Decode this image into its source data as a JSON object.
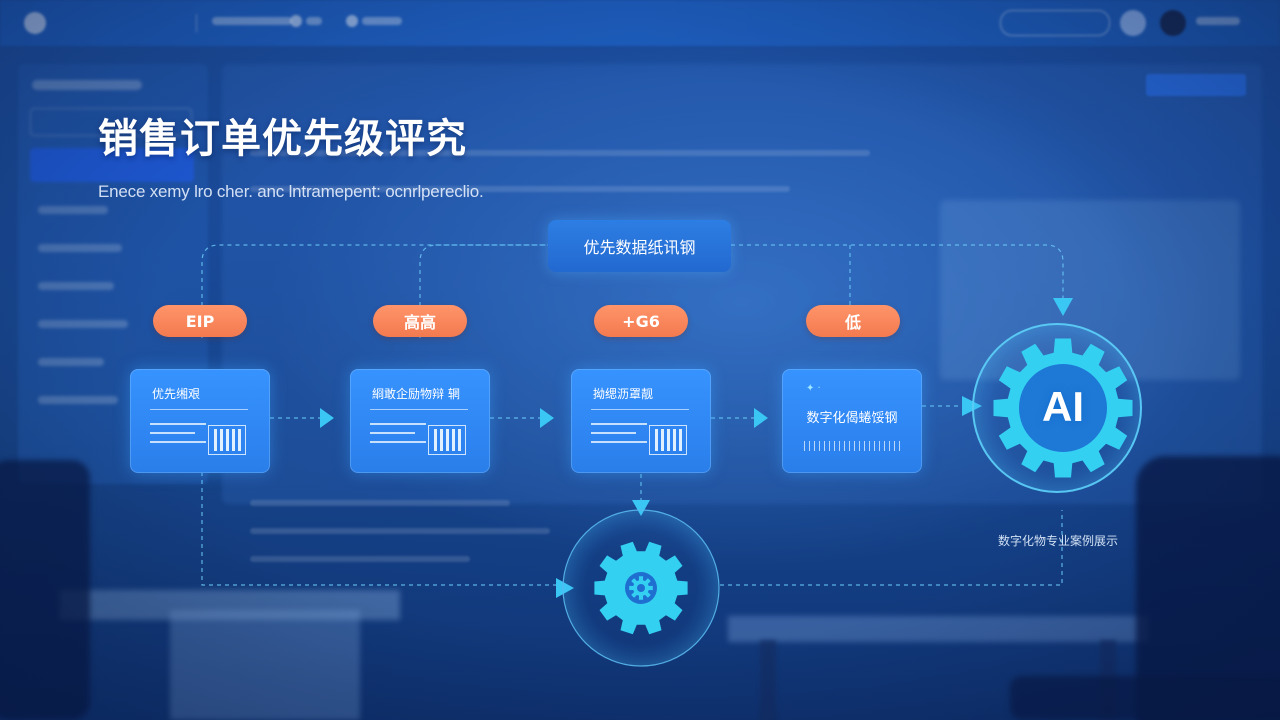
{
  "header": {
    "title": "销售订单优先级评究",
    "subtitle": "Enece xemy lro cher. anc lntramepent: ocnrlpereclio."
  },
  "diagram": {
    "top_node": "优先数据纸讯钢",
    "priorities": [
      {
        "label": "EIP"
      },
      {
        "label": "高高"
      },
      {
        "label": "+G6"
      },
      {
        "label": "低"
      }
    ],
    "cards": [
      {
        "label": "优先缃艰"
      },
      {
        "label": "綗敢企励物辩 辋"
      },
      {
        "label": "拗缌沥罩靓"
      },
      {
        "label": "数字化偈蜷馁钢"
      }
    ],
    "ai_badge": "AI",
    "caption": "数字化物专业案例展示"
  },
  "colors": {
    "accent_orange": "#f47a4f",
    "card_blue": "#2a7eea",
    "gear_cyan": "#34d0f2",
    "connector": "#68c8f5"
  },
  "icons": {
    "ai_gear": "gear-icon",
    "central_gear": "gear-icon",
    "arrow": "triangle-right-icon"
  }
}
